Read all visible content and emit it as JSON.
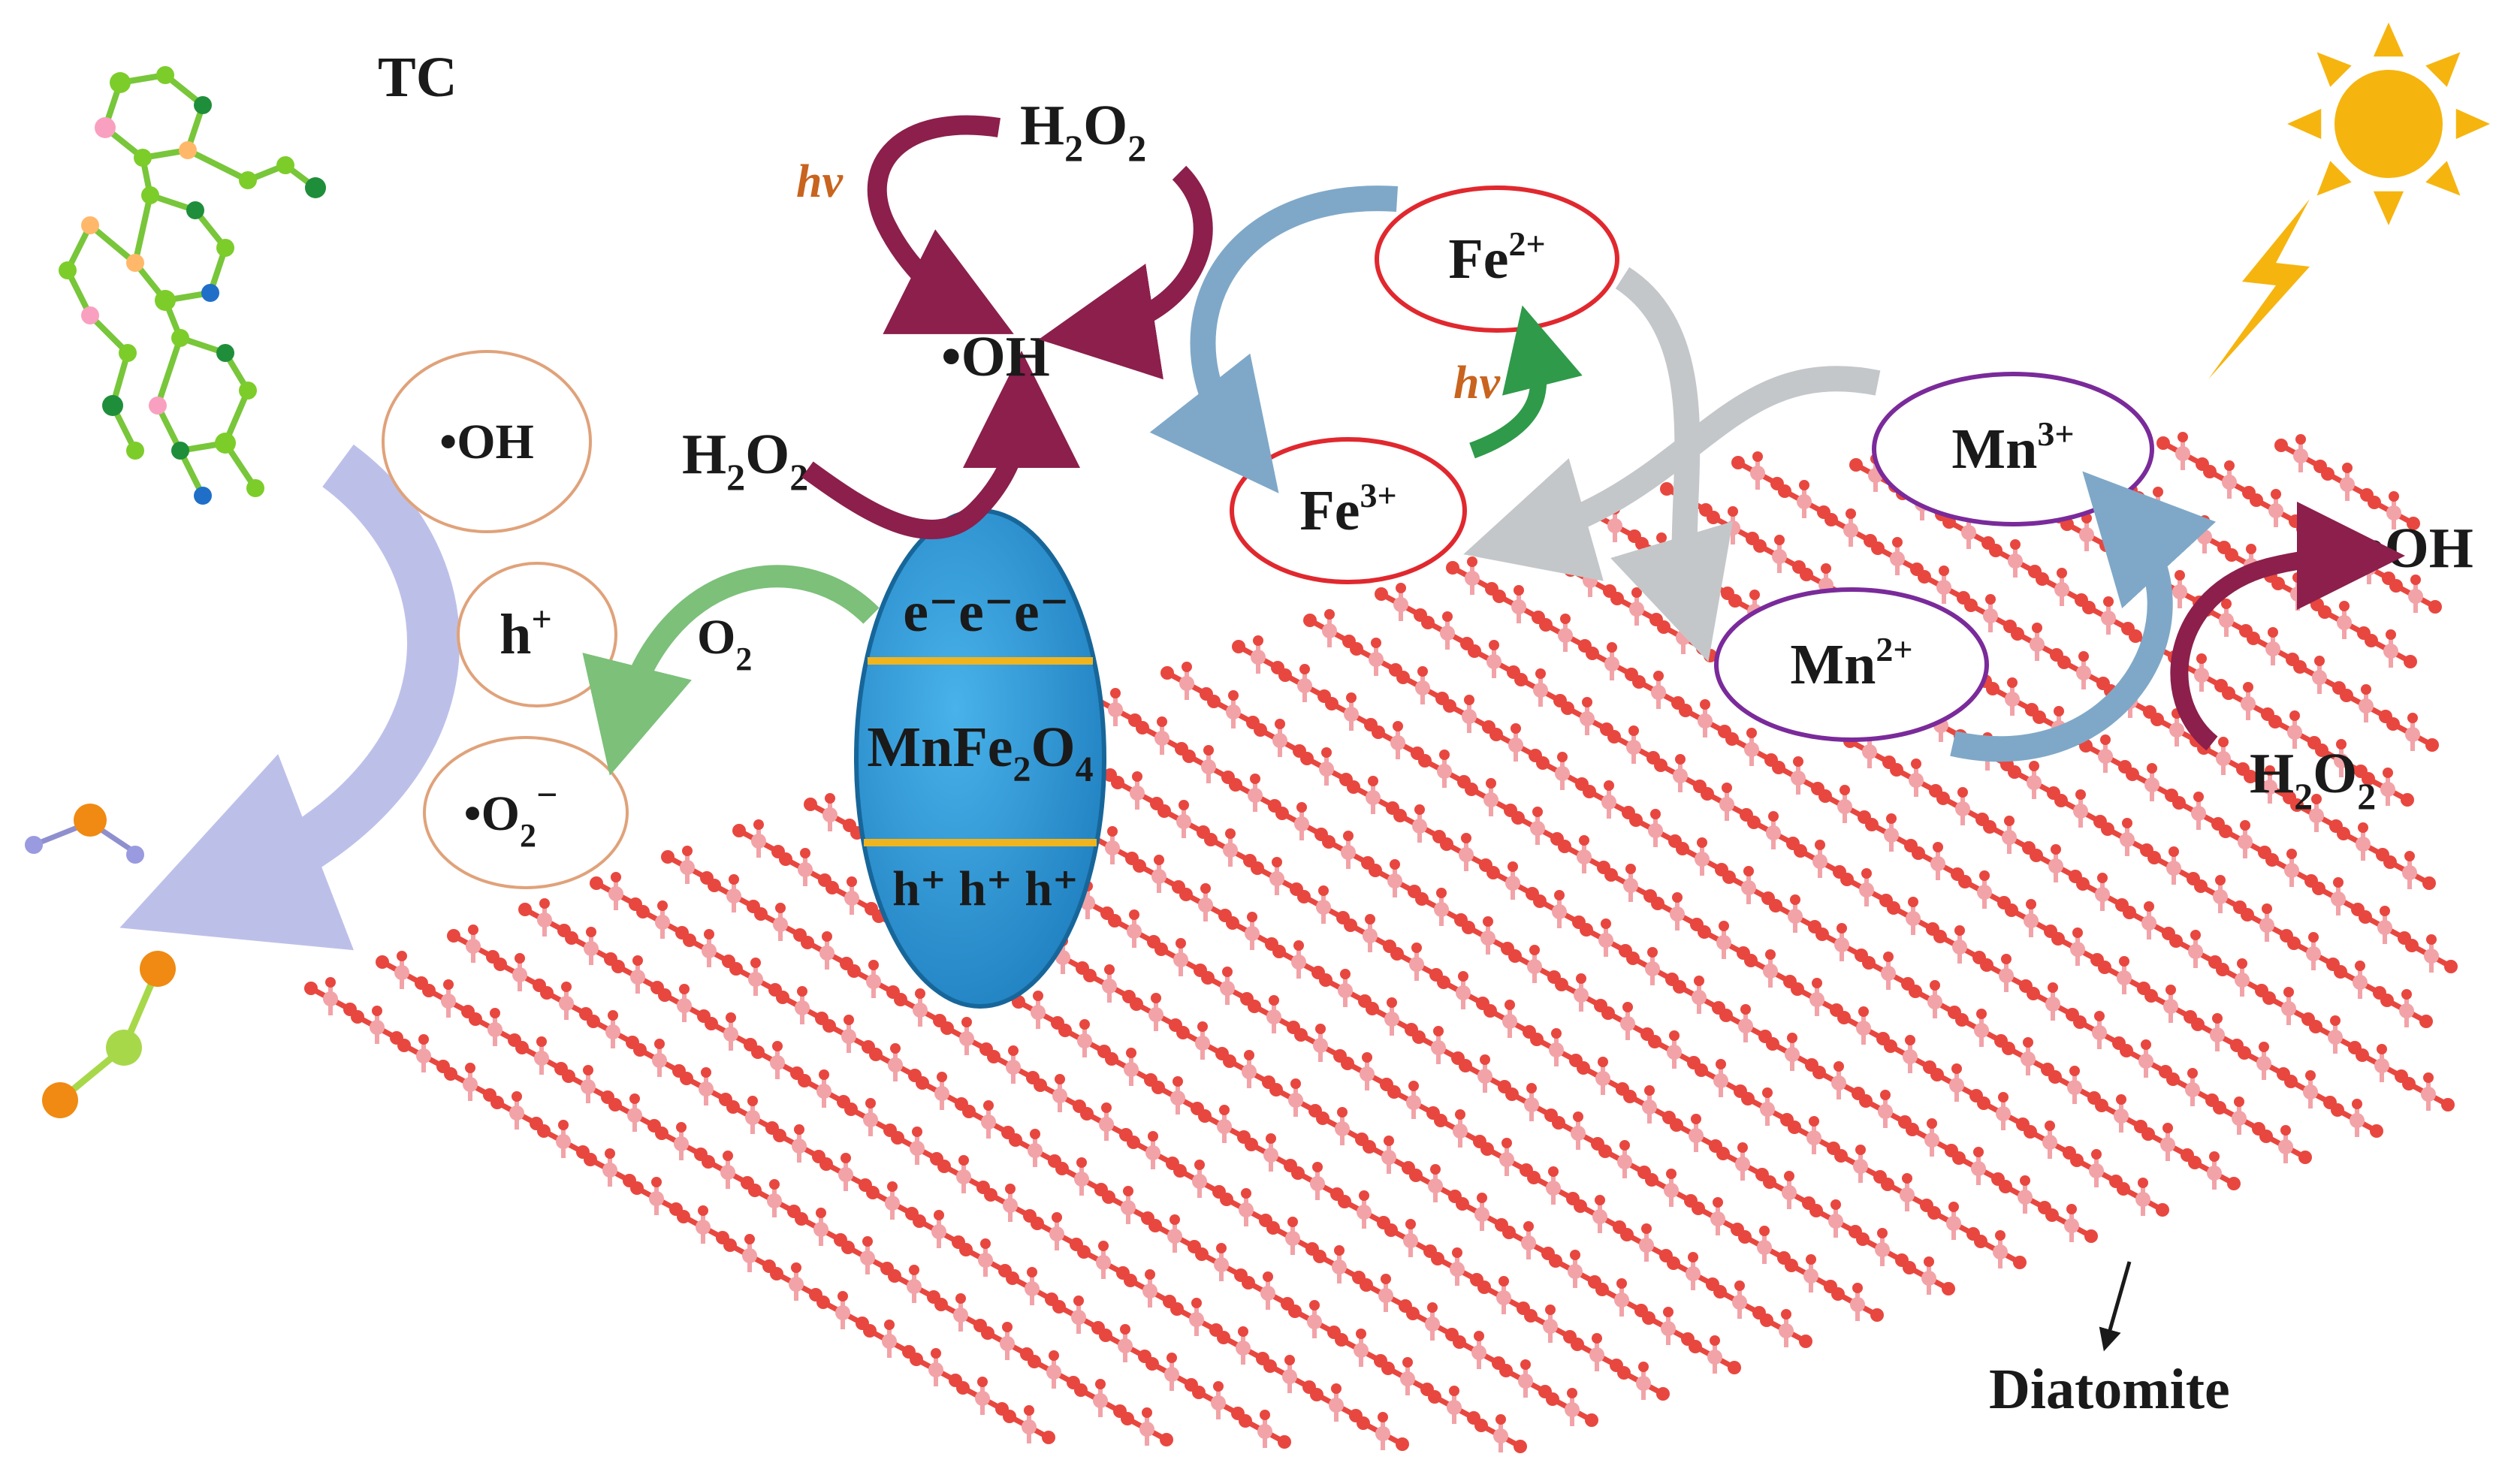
{
  "labels": {
    "tc": "TC",
    "oh_radical": "•OH",
    "h_plus": "h",
    "o2_radical": "•O",
    "o2": "O",
    "h2o2": "H",
    "hv": "hv",
    "fe2": "Fe",
    "fe3": "Fe",
    "mn2": "Mn",
    "mn3": "Mn",
    "diatomite": "Diatomite",
    "catalyst": "MnFe",
    "electrons": "e⁻e⁻e⁻",
    "holes": "h⁺ h⁺ h⁺"
  },
  "superscripts": {
    "plus": "+",
    "minus": "−",
    "two_plus": "2+",
    "three_plus": "3+"
  },
  "subscripts": {
    "two": "2",
    "four": "4"
  },
  "colors": {
    "fe_circle": "#e0282e",
    "mn_circle": "#7a2a9a",
    "radical_circle": "#e0a27a",
    "catalyst_fill": "#2f9ad8",
    "band_line": "#f0b41e",
    "lattice_red": "#e8473f",
    "lattice_pink": "#f2a3a8",
    "arrow_maroon": "#8c1f4c",
    "arrow_steel": "#7fa8c8",
    "arrow_grey": "#b8bcc0",
    "arrow_green": "#2f9a4a",
    "arrow_lightgreen": "#7cc07a",
    "arrow_lavender": "#b9bde8",
    "sun": "#f6b40f",
    "hv_text": "#c8641e"
  },
  "icons": [
    "sun-icon",
    "lightning-icon",
    "tc-molecule",
    "product-molecule"
  ]
}
